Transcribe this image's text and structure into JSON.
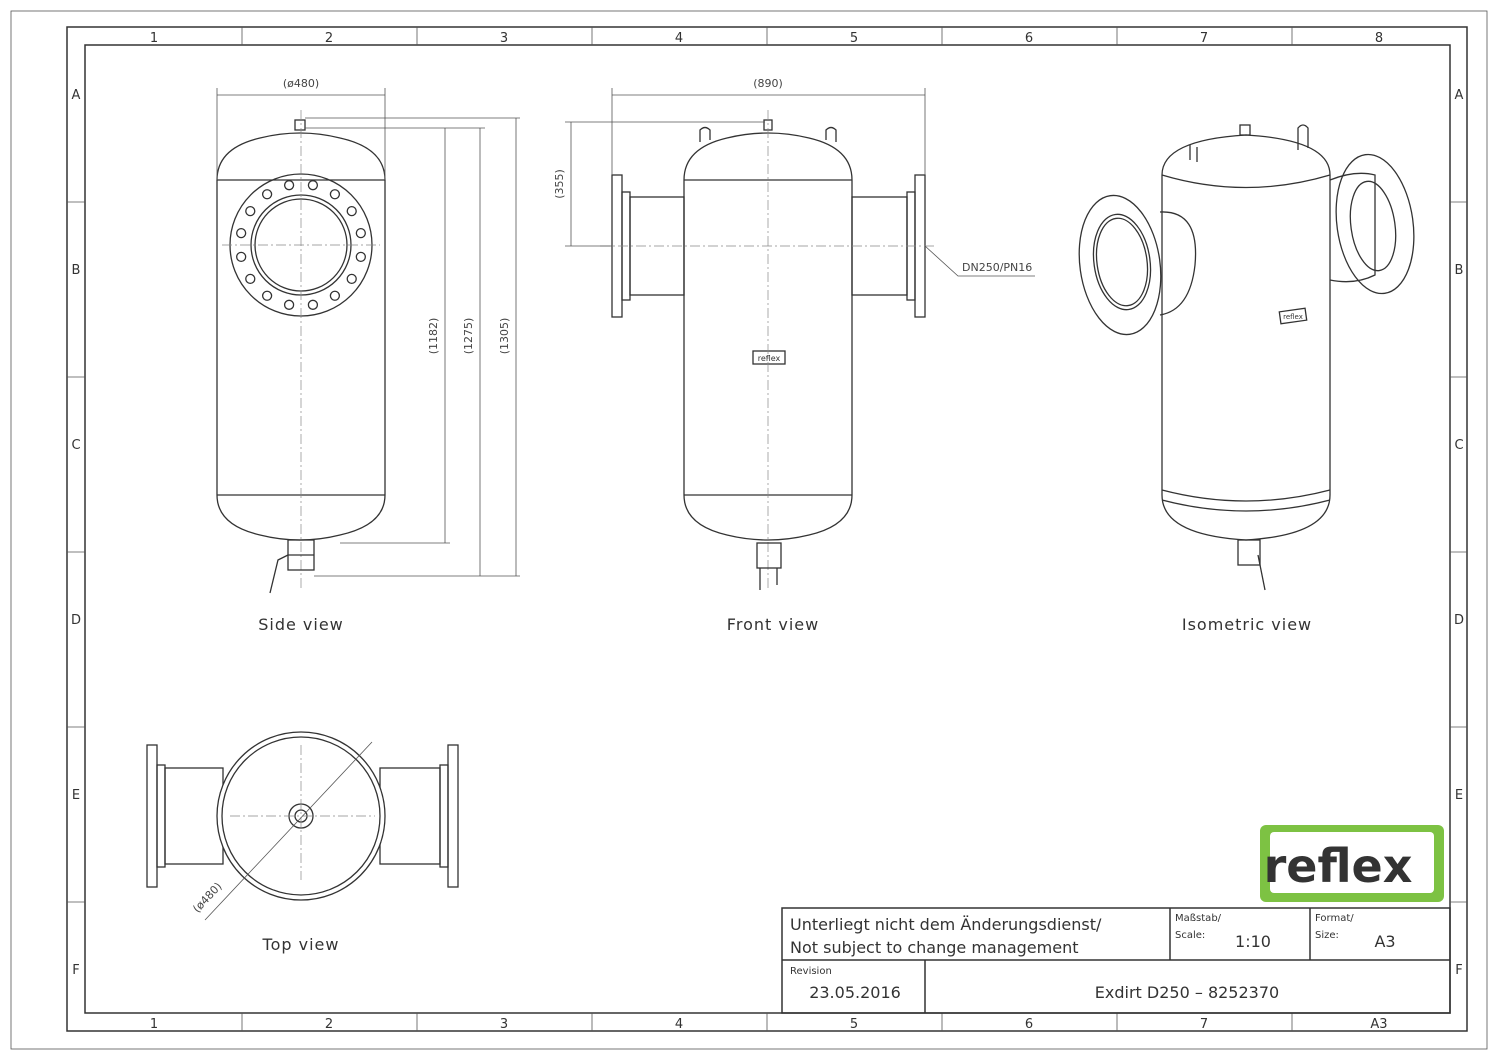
{
  "grid": {
    "columns": [
      "1",
      "2",
      "3",
      "4",
      "5",
      "6",
      "7",
      "8"
    ],
    "bottom_columns": [
      "1",
      "2",
      "3",
      "4",
      "5",
      "6",
      "7",
      "A3"
    ],
    "rows": [
      "A",
      "B",
      "C",
      "D",
      "E",
      "F"
    ]
  },
  "views": {
    "side": {
      "label": "Side view",
      "dim_width": "(ø480)",
      "dim_h1": "(1182)",
      "dim_h2": "(1275)",
      "dim_h3": "(1305)"
    },
    "front": {
      "label": "Front view",
      "dim_width": "(890)",
      "dim_nozzle": "(355)",
      "flange_note": "DN250/PN16",
      "badge": "reflex"
    },
    "isometric": {
      "label": "Isometric view",
      "badge": "reflex"
    },
    "top": {
      "label": "Top view",
      "dim_diameter": "(ø480)"
    }
  },
  "logo": {
    "text": "reflex",
    "color": "#7dc243"
  },
  "title_block": {
    "note_de": "Unterliegt nicht dem Änderungsdienst/",
    "note_en": "Not subject to change management",
    "scale_label_de": "Maßstab/",
    "scale_label_en": "Scale:",
    "scale": "1:10",
    "format_label_de": "Format/",
    "format_label_en": "Size:",
    "format": "A3",
    "revision_label": "Revision",
    "revision_date": "23.05.2016",
    "title": "Exdirt D250 – 8252370"
  }
}
